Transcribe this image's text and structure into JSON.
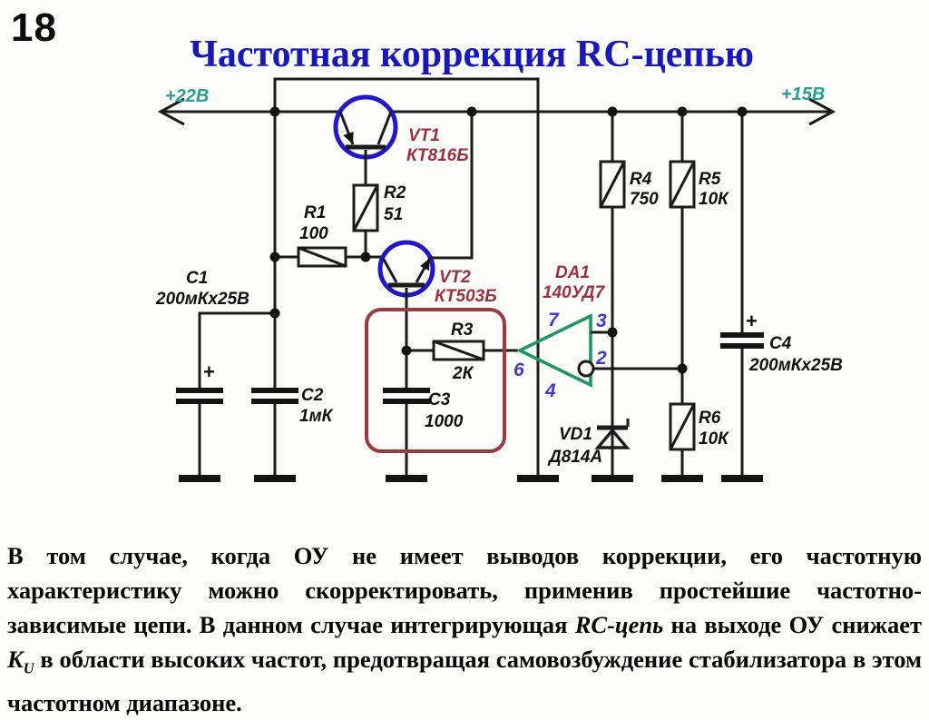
{
  "slide": {
    "number": "18",
    "title": "Частотная коррекция RC-цепью"
  },
  "schematic": {
    "labels": {
      "v_left": "+22В",
      "v_right": "+15В",
      "vt1_name": "VT1",
      "vt1_type": "КТ816Б",
      "vt2_name": "VT2",
      "vt2_type": "КТ503Б",
      "r1_name": "R1",
      "r1_val": "100",
      "r2_name": "R2",
      "r2_val": "51",
      "r3_name": "R3",
      "r3_val": "2К",
      "r4_name": "R4",
      "r4_val": "750",
      "r5_name": "R5",
      "r5_val": "10К",
      "r6_name": "R6",
      "r6_val": "10К",
      "c1_name": "C1",
      "c1_val": "200мКх25В",
      "c2_name": "C2",
      "c2_val": "1мК",
      "c3_name": "C3",
      "c3_val": "1000",
      "c4_name": "C4",
      "c4_val": "200мКх25В",
      "da1_name": "DA1",
      "da1_type": "140УД7",
      "vd1_name": "VD1",
      "vd1_type": "Д814А",
      "pin2": "2",
      "pin3": "3",
      "pin4": "4",
      "pin6": "6",
      "pin7": "7",
      "c1_plus": "+",
      "c4_plus": "+"
    }
  },
  "paragraph": {
    "part1": "В том случае, когда ОУ не имеет выводов коррекции, его частотную характеристику можно скорректировать, применив простейшие частотно-зависимые цепи. В данном случае интегрирующая ",
    "rc_italic": "RC-цепь",
    "part2": " на выходе ОУ снижает ",
    "k_italic": "K",
    "k_sub": "U",
    "part3": " в области высоких частот, предотвращая самовозбуждение стабилизатора в этом частотном диапазоне."
  },
  "colors": {
    "title_blue": "#1818bb",
    "rail_teal": "#2a9d94",
    "component_red": "#9e2f40",
    "pin_blue": "#4338cc",
    "transistor_blue": "#2318c9",
    "opamp_green": "#1f9763",
    "highlight_box_red": "#9c3a42"
  }
}
